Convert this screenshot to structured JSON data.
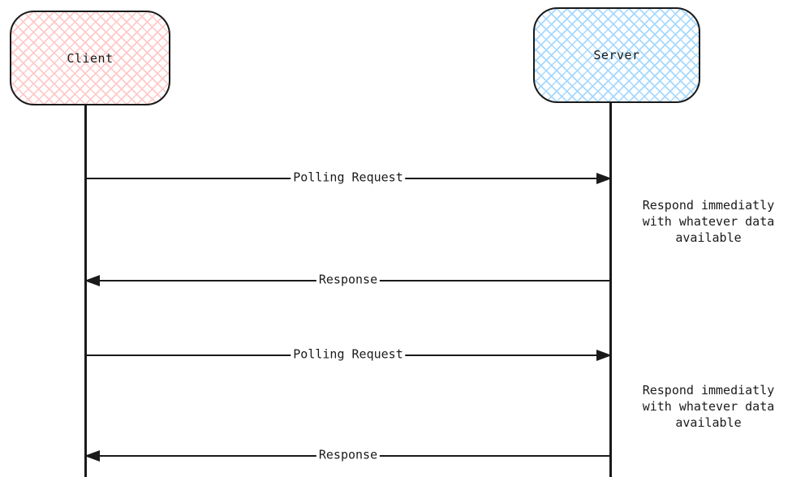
{
  "diagram": {
    "type": "sequence",
    "colors": {
      "stroke": "#1a1a1a",
      "client_hatch": "#ffc9c9",
      "server_hatch": "#a5d8ff",
      "background": "#ffffff"
    },
    "actors": [
      {
        "id": "client",
        "label": "Client"
      },
      {
        "id": "server",
        "label": "Server"
      }
    ],
    "messages": [
      {
        "label": "Polling Request",
        "from": "client",
        "to": "server",
        "direction": "right"
      },
      {
        "label": "Response",
        "from": "server",
        "to": "client",
        "direction": "left"
      },
      {
        "label": "Polling Request",
        "from": "client",
        "to": "server",
        "direction": "right"
      },
      {
        "label": "Response",
        "from": "server",
        "to": "client",
        "direction": "left"
      }
    ],
    "notes": [
      {
        "lines": [
          "Respond immediatly",
          "with whatever data",
          "available"
        ]
      },
      {
        "lines": [
          "Respond immediatly",
          "with whatever data",
          "available"
        ]
      }
    ]
  }
}
